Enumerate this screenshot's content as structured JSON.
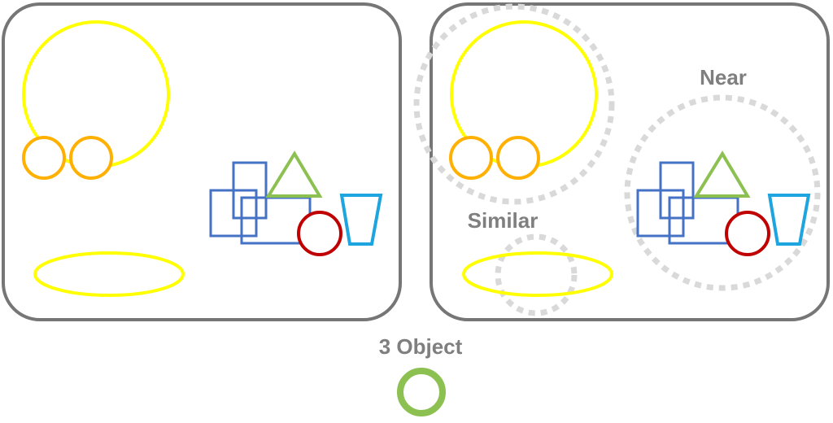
{
  "labels": {
    "near": "Near",
    "similar": "Similar",
    "object_count": "3 Object"
  },
  "colors": {
    "panel_border": "#767676",
    "dashed_group": "#d9d9d9",
    "yellow": "#ffff00",
    "orange": "#ffb000",
    "blue": "#4472c4",
    "green": "#8cc152",
    "red": "#c00000",
    "cyan": "#1ea5e0",
    "label": "#7f7f7f"
  },
  "panels": [
    {
      "name": "scene-panel-left",
      "has_groupings": false
    },
    {
      "name": "scene-panel-right",
      "has_groupings": true
    }
  ]
}
